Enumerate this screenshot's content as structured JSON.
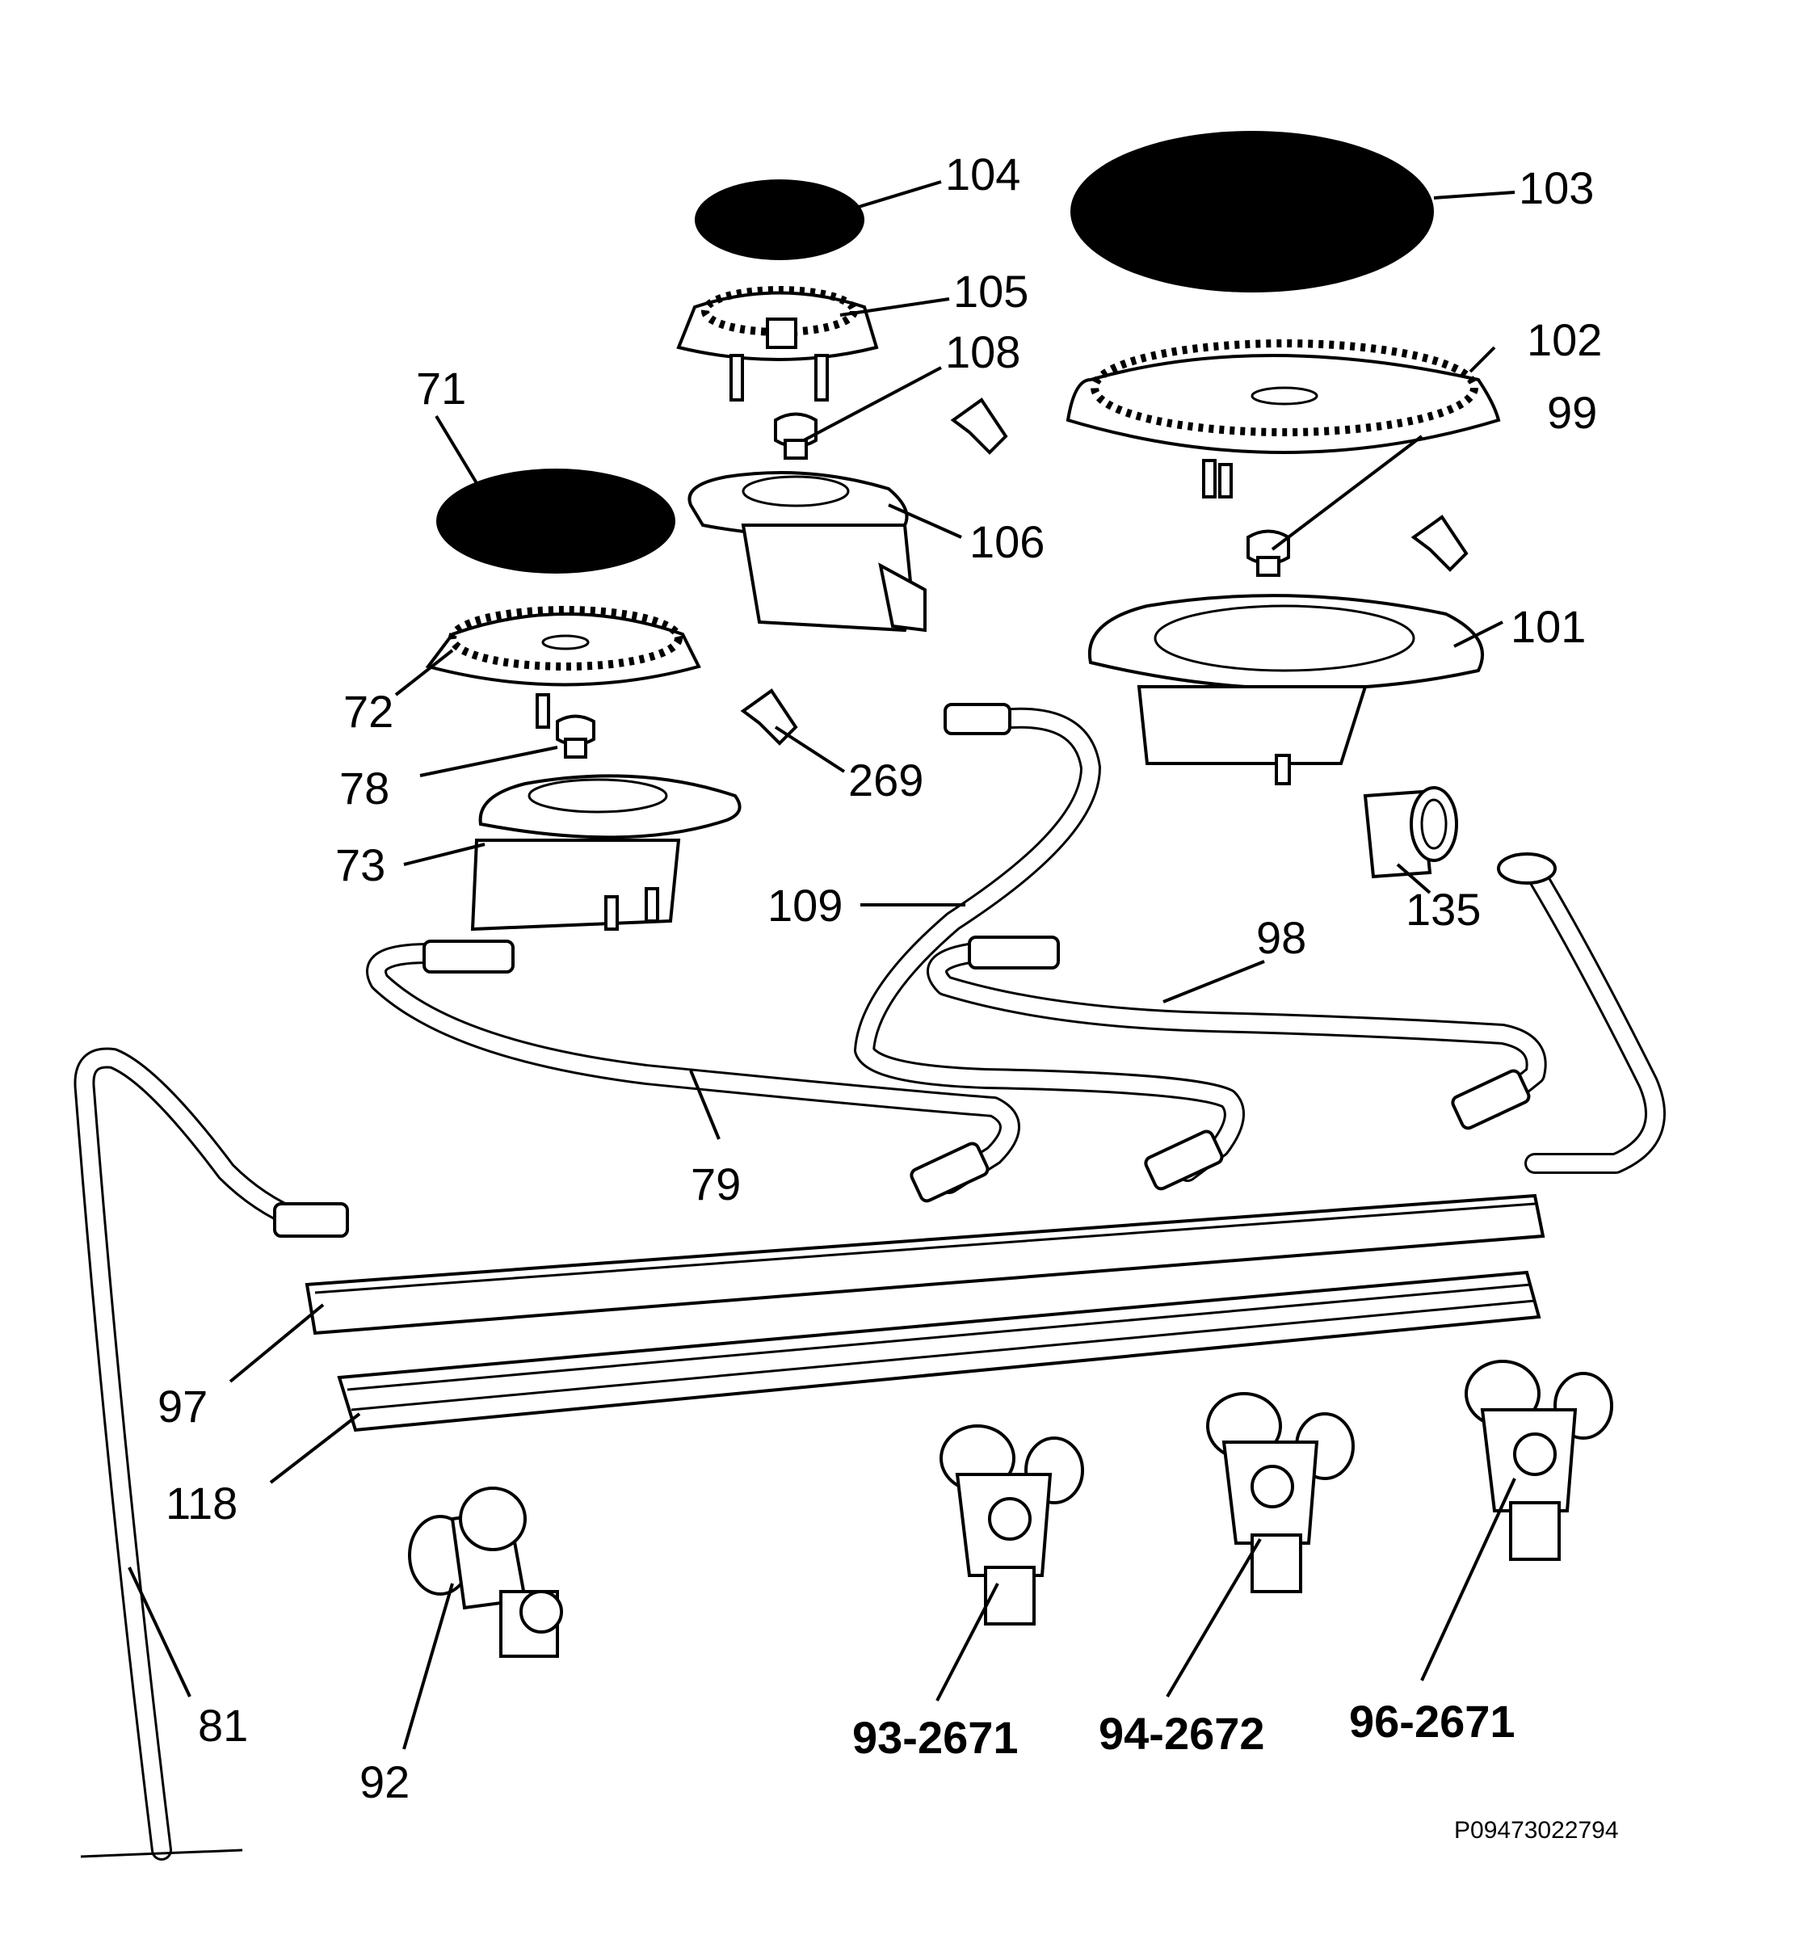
{
  "diagram": {
    "image_code": "P09473022794",
    "labels": {
      "l104": "104",
      "l103": "103",
      "l105": "105",
      "l102": "102",
      "l108": "108",
      "l71": "71",
      "l99": "99",
      "l106": "106",
      "l101": "101",
      "l72": "72",
      "l269": "269",
      "l78": "78",
      "l73": "73",
      "l135": "135",
      "l109": "109",
      "l98": "98",
      "l79": "79",
      "l97": "97",
      "l118": "118",
      "l81": "81",
      "l92": "92",
      "l93": "93-2671",
      "l94": "94-2672",
      "l96": "96-2671"
    }
  }
}
